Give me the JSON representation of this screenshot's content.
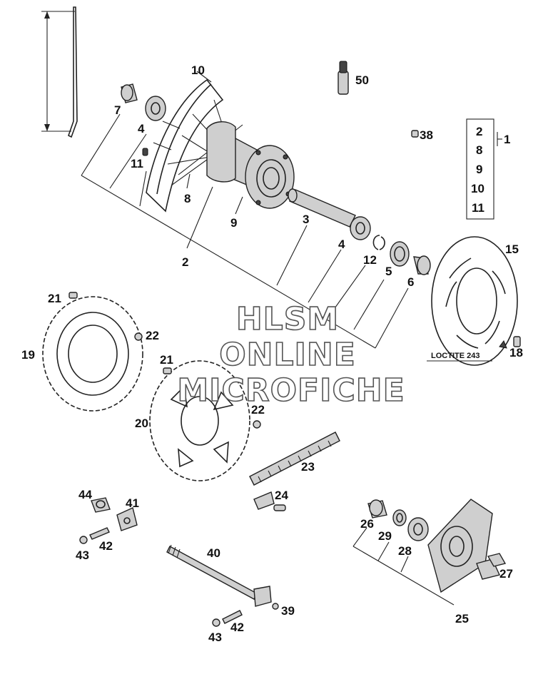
{
  "labels": {
    "p1": "1",
    "p2a": "2",
    "p2b": "2",
    "p3": "3",
    "p4a": "4",
    "p4b": "4",
    "p5": "5",
    "p6": "6",
    "p7": "7",
    "p8a": "8",
    "p8b": "8",
    "p9a": "9",
    "p9b": "9",
    "p10a": "10",
    "p10b": "10",
    "p11a": "11",
    "p11b": "11",
    "p12": "12",
    "p15": "15",
    "p18": "18",
    "p19": "19",
    "p20": "20",
    "p21a": "21",
    "p21b": "21",
    "p22a": "22",
    "p22b": "22",
    "p23": "23",
    "p24": "24",
    "p25": "25",
    "p26": "26",
    "p27": "27",
    "p28": "28",
    "p29": "29",
    "p38": "38",
    "p39": "39",
    "p40": "40",
    "p41": "41",
    "p42a": "42",
    "p42b": "42",
    "p43a": "43",
    "p43b": "43",
    "p44": "44",
    "p50": "50"
  },
  "loctite_note": "LOCTITE 243",
  "watermark": {
    "line1": "HLSM",
    "line2": "ONLINE",
    "line3": "MICROFICHE"
  },
  "colors": {
    "ink": "#222222",
    "part_fill": "#cfcfcf",
    "background": "#ffffff"
  }
}
